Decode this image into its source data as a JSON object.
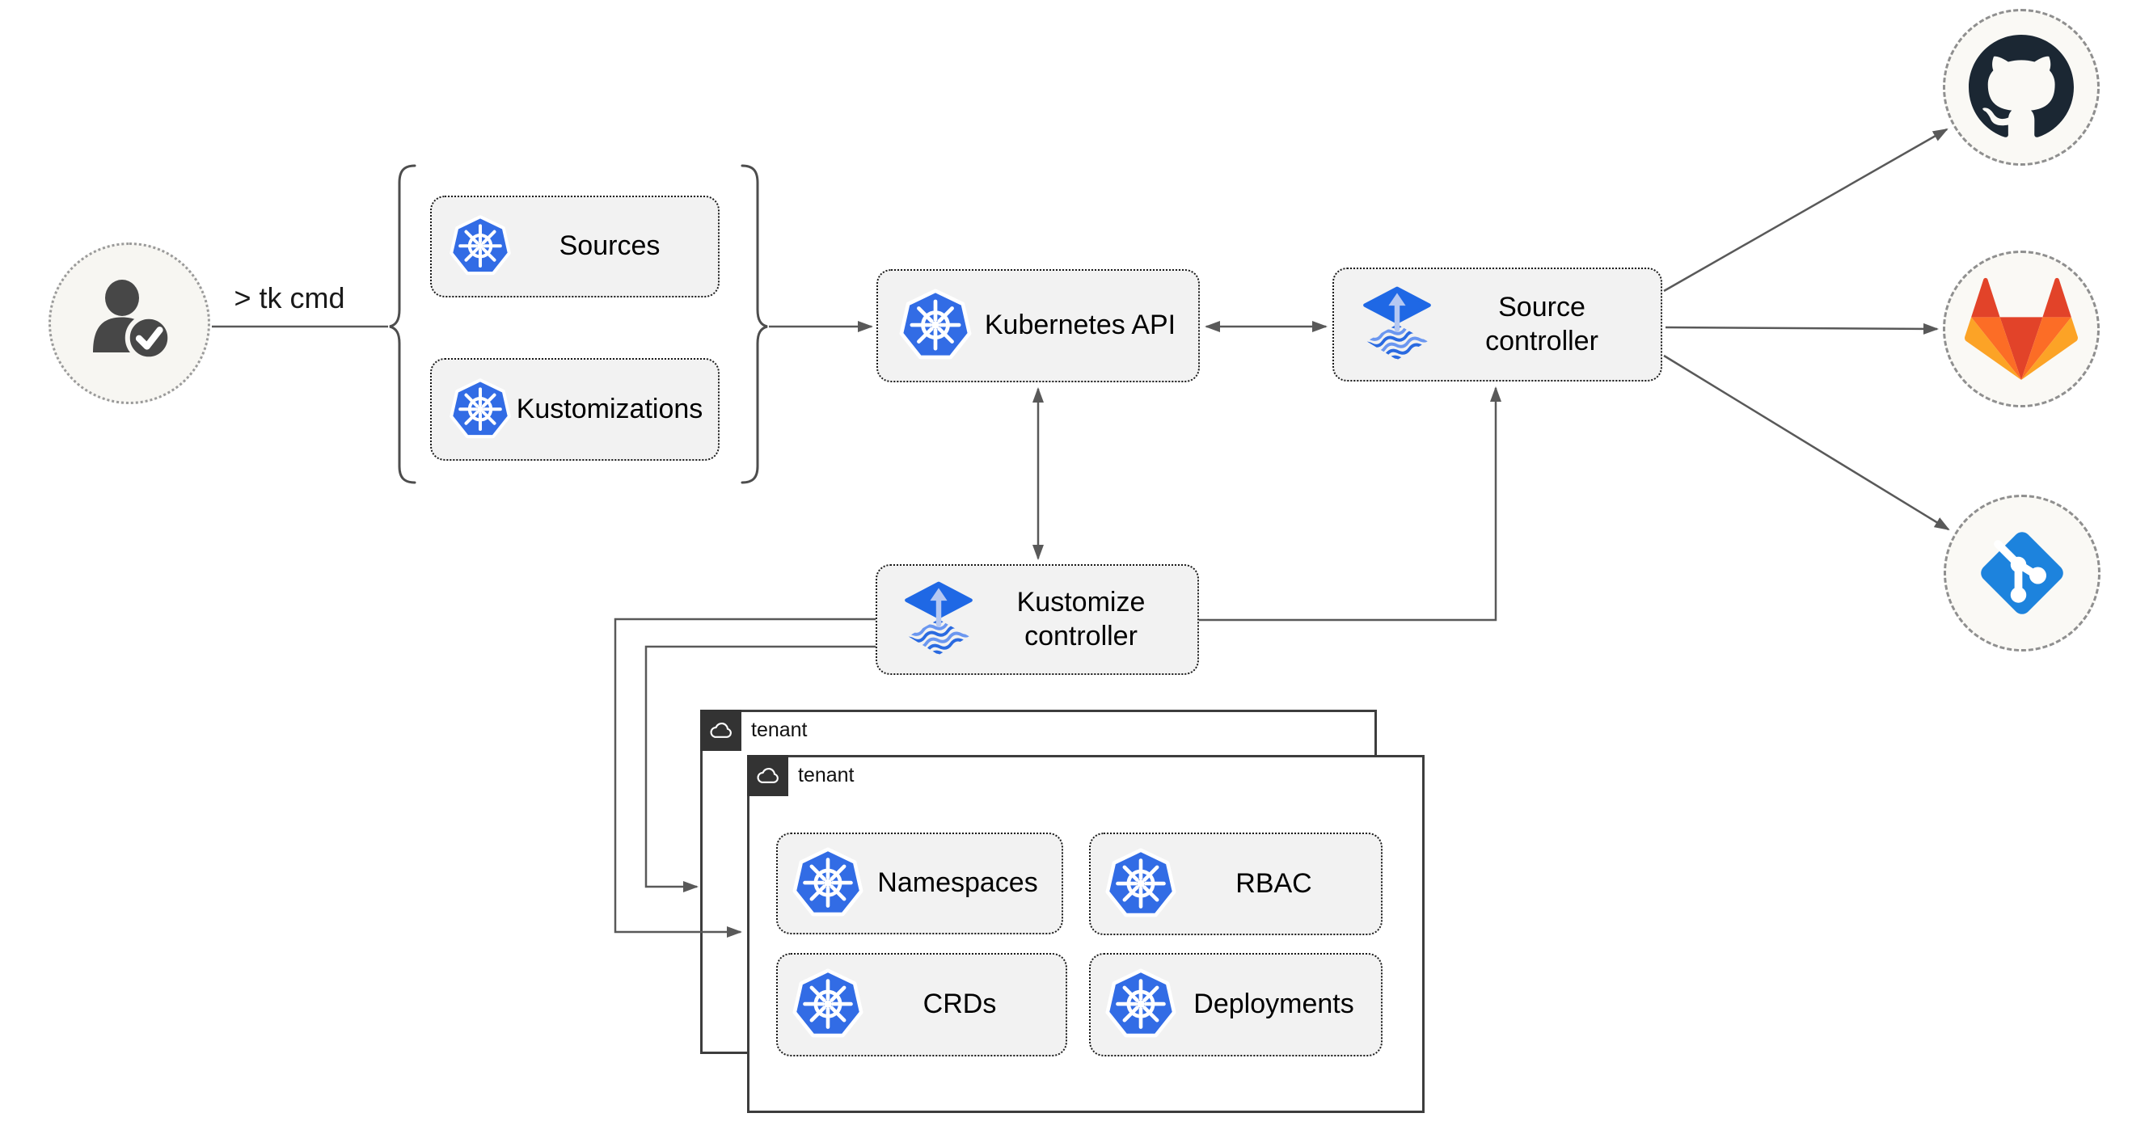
{
  "colors": {
    "connector": "#595959",
    "bracket": "#4d4d4d",
    "chip_fill": "#f2f2f2",
    "chip_border": "#1a1a1a",
    "kubernetes_blue": "#326ce5",
    "flux_blue": "#1f68e5",
    "flux_arrow_light": "#b5c8f2",
    "tenant_border": "#3d3d3d",
    "tenant_tab_bg": "#333333",
    "provider_circle_fill": "#faf9f5",
    "provider_circle_border": "#8f8f8f",
    "github_dark": "#1b2733",
    "gitlab_red": "#e24329",
    "gitlab_orange": "#fc6d26",
    "gitlab_light_orange": "#fca326",
    "git_blue": "#1d83dd",
    "user_icon_color": "#474747",
    "user_circle_fill": "#f7f6f2"
  },
  "user": {
    "command_label": "> tk cmd",
    "icon": "user-check-icon"
  },
  "cli_group": {
    "items": [
      {
        "label": "Sources",
        "icon": "kubernetes-icon"
      },
      {
        "label": "Kustomizations",
        "icon": "kubernetes-icon"
      }
    ]
  },
  "cluster": {
    "kubernetes_api": {
      "label": "Kubernetes API",
      "icon": "kubernetes-icon"
    },
    "source_controller": {
      "label": "Source controller",
      "icon": "flux-icon"
    },
    "kustomize_controller": {
      "label": "Kustomize controller",
      "icon": "flux-icon"
    }
  },
  "tenants": {
    "back": {
      "label": "tenant",
      "icon": "cloud-icon"
    },
    "front": {
      "label": "tenant",
      "icon": "cloud-icon",
      "resources": [
        {
          "label": "Namespaces",
          "icon": "kubernetes-icon"
        },
        {
          "label": "RBAC",
          "icon": "kubernetes-icon"
        },
        {
          "label": "CRDs",
          "icon": "kubernetes-icon"
        },
        {
          "label": "Deployments",
          "icon": "kubernetes-icon"
        }
      ]
    }
  },
  "git_providers": [
    {
      "name": "GitHub",
      "icon": "github-icon"
    },
    {
      "name": "GitLab",
      "icon": "gitlab-icon"
    },
    {
      "name": "Git",
      "icon": "git-icon"
    }
  ]
}
